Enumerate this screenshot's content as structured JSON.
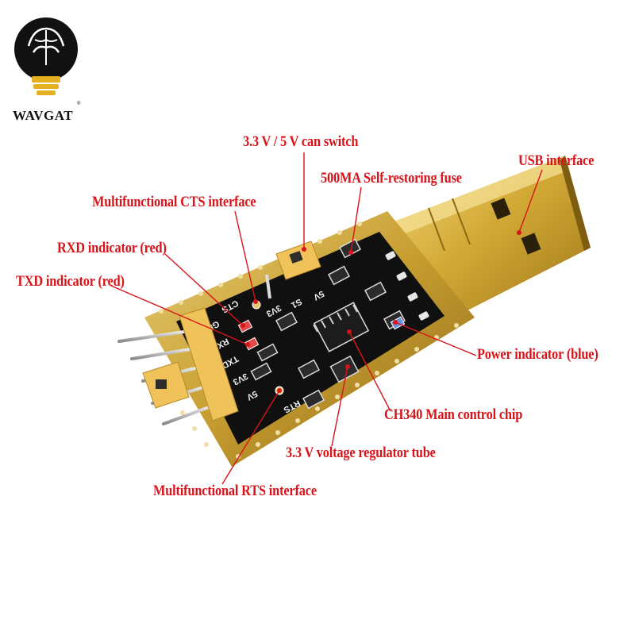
{
  "brand": {
    "name": "WAVGAT"
  },
  "board": {
    "silk_cts": "CTS",
    "silk_rts": "RTS",
    "silk_3v3_top": "3V3",
    "silk_5v_top": "5V",
    "silk_s1": "S1",
    "pins": [
      "GND",
      "RXD",
      "TXD",
      "3V3",
      "5V"
    ]
  },
  "labels": {
    "switch": "3.3 V / 5 V can switch",
    "usb": "USB interface",
    "fuse": "500MA Self-restoring fuse",
    "cts": "Multifunctional CTS interface",
    "rxd": "RXD indicator (red)",
    "txd": "TXD indicator (red)",
    "power": "Power indicator (blue)",
    "chip": "CH340 Main control chip",
    "regulator": "3.3 V voltage regulator tube",
    "rts": "Multifunctional RTS interface"
  },
  "colors": {
    "label": "#d8141a",
    "pcb": "#101010",
    "gold": "#c9a63a",
    "header": "#efc35a"
  }
}
